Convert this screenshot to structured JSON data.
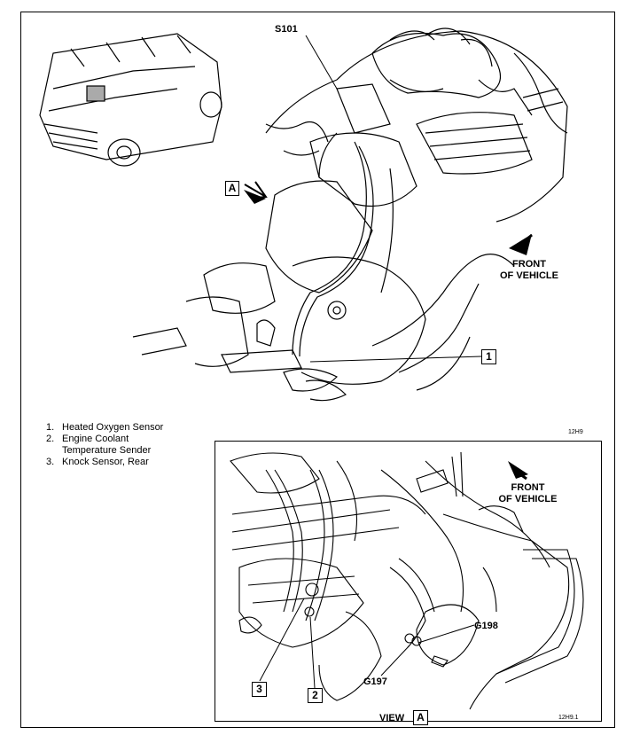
{
  "labels": {
    "s101": "S101",
    "view_box": "A",
    "front_vehicle_top": [
      "FRONT",
      "OF VEHICLE"
    ],
    "callout_1": "1",
    "code_top": "12H9",
    "front_vehicle_inset": [
      "FRONT",
      "OF VEHICLE"
    ],
    "g198": "G198",
    "g197": "G197",
    "callout_3": "3",
    "callout_2": "2",
    "view_text": "VIEW",
    "view_letter": "A",
    "code_inset": "12H9.1"
  },
  "legend": [
    {
      "num": "1.",
      "text": [
        "Heated Oxygen Sensor"
      ]
    },
    {
      "num": "2.",
      "text": [
        "Engine Coolant",
        "Temperature Sender"
      ]
    },
    {
      "num": "3.",
      "text": [
        "Knock Sensor, Rear"
      ]
    }
  ]
}
